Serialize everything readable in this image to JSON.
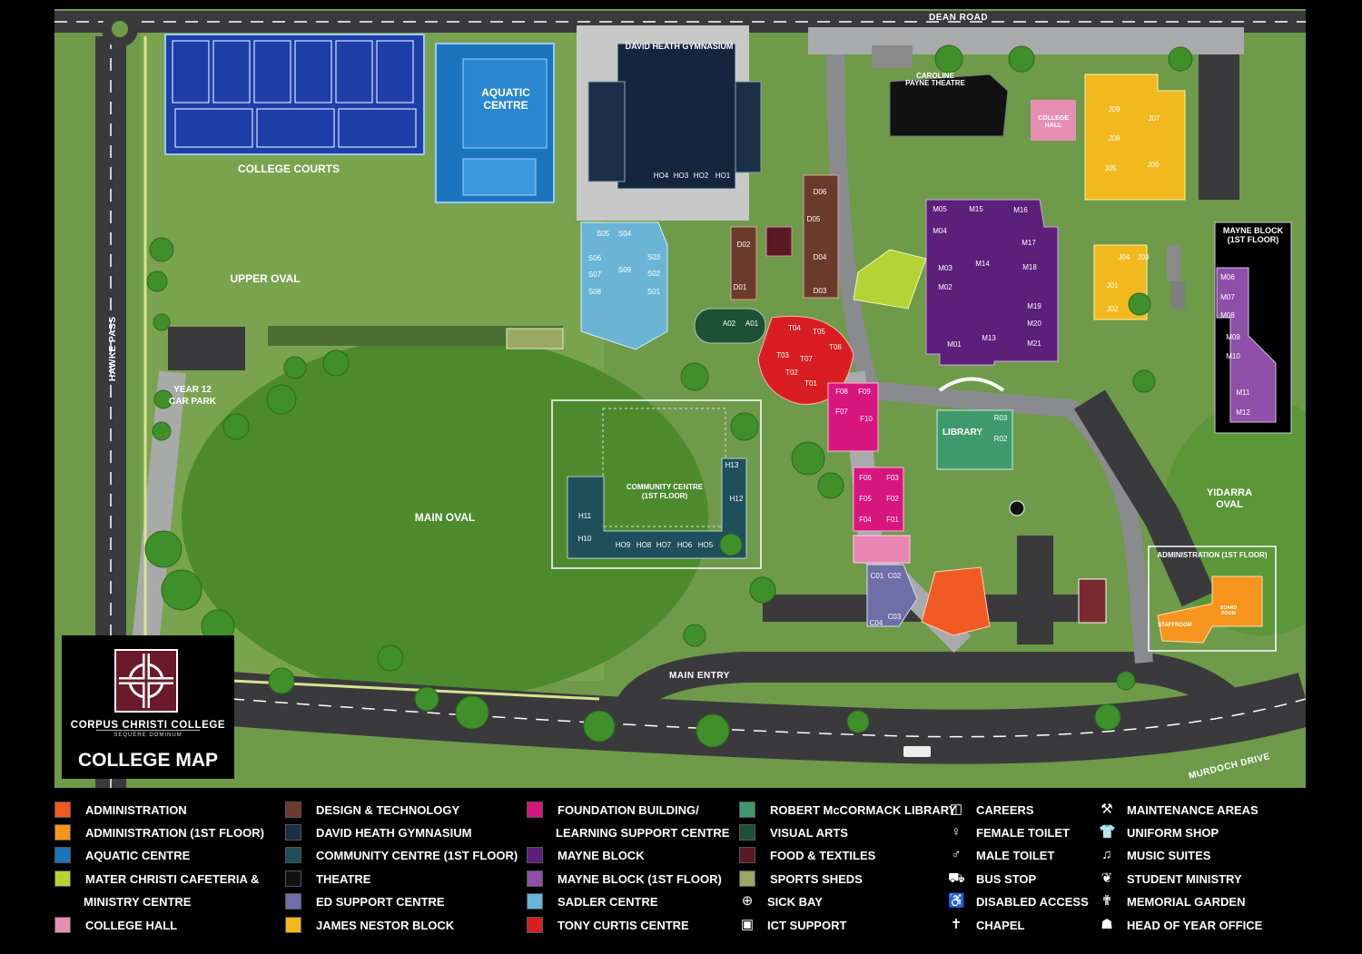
{
  "map": {
    "roads": {
      "dean": "DEAN ROAD",
      "hawke": "HAWKE PASS",
      "murdoch": "MURDOCH DRIVE",
      "main_entry": "MAIN ENTRY"
    },
    "areas": {
      "college_courts": "COLLEGE COURTS",
      "aquatic": [
        "AQUATIC",
        "CENTRE"
      ],
      "gymnasium": "DAVID HEATH GYMNASIUM",
      "theatre": [
        "CAROLINE",
        "PAYNE THEATRE"
      ],
      "college_hall": [
        "COLLEGE",
        "HALL"
      ],
      "upper_oval": "UPPER OVAL",
      "main_oval": "MAIN OVAL",
      "year12": [
        "YEAR 12",
        "CAR PARK"
      ],
      "community": [
        "COMMUNITY CENTRE",
        "(1ST FLOOR)"
      ],
      "library": "LIBRARY",
      "yidarra": [
        "YIDARRA",
        "OVAL"
      ],
      "mayne_upper": [
        "MAYNE BLOCK",
        "(1ST FLOOR)"
      ],
      "admin_upper": "ADMINISTRATION (1ST FLOOR)",
      "staffroom": "STAFFROOM",
      "boardroom": [
        "BOARD",
        "ROOM"
      ]
    },
    "rooms": {
      "gym": [
        "HO4",
        "HO3",
        "HO2",
        "HO1"
      ],
      "sadler": [
        "S05",
        "S04",
        "S06",
        "S03",
        "S07",
        "S09",
        "S02",
        "S08",
        "S01"
      ],
      "design": [
        "D02",
        "D01",
        "D06",
        "D05",
        "D04",
        "D03"
      ],
      "visual_arts": [
        "A02",
        "A01"
      ],
      "tony": [
        "T04",
        "T05",
        "T06",
        "T03",
        "T07",
        "T02",
        "T01"
      ],
      "mayne": [
        "M05",
        "M15",
        "M16",
        "M04",
        "M17",
        "M14",
        "M03",
        "M18",
        "M02",
        "M19",
        "M20",
        "M13",
        "M01",
        "M21"
      ],
      "james": [
        "J09",
        "J07",
        "J08",
        "J05",
        "J06",
        "J04",
        "J03",
        "J01",
        "J02"
      ],
      "mayne_upper": [
        "M06",
        "M07",
        "M08",
        "M09",
        "M10",
        "M11",
        "M12"
      ],
      "foundation": [
        "F08",
        "F09",
        "F07",
        "F10",
        "F06",
        "F03",
        "F05",
        "F02",
        "F04",
        "F01"
      ],
      "library": [
        "R03",
        "R02"
      ],
      "community": [
        "H13",
        "H12",
        "H11",
        "H10",
        "HO9",
        "HO8",
        "HO7",
        "HO6",
        "HO5"
      ],
      "ed_support": [
        "C01",
        "C02",
        "C04",
        "C03"
      ]
    }
  },
  "logo": {
    "name": "CORPUS CHRISTI COLLEGE",
    "motto": "SEQUERE DOMINUM",
    "title": "COLLEGE MAP"
  },
  "colors": {
    "administration": "#f15a22",
    "administration_upper": "#f7941d",
    "aquatic": "#1c75bc",
    "cafeteria": "#b5d334",
    "college_hall": "#e78fb3",
    "design": "#6b3a2a",
    "gymnasium": "#1b2f48",
    "community": "#1f4f5a",
    "theatre": "#111111",
    "ed_support": "#6e6fa8",
    "james": "#f2b91e",
    "foundation": "#d9157f",
    "mayne": "#5c1f7a",
    "mayne_upper": "#8e4fa8",
    "sadler": "#6ab4d6",
    "tony": "#d81e22",
    "library": "#3e9a6c",
    "visual_arts": "#1d5136",
    "food": "#5a1a24",
    "sports": "#9aa862"
  },
  "legend": {
    "col1": [
      {
        "label": "ADMINISTRATION",
        "color": "#f15a22"
      },
      {
        "label": "ADMINISTRATION (1ST FLOOR)",
        "color": "#f7941d"
      },
      {
        "label": "AQUATIC CENTRE",
        "color": "#1c75bc"
      },
      {
        "label": "MATER CHRISTI CAFETERIA &",
        "color": "#b5d334"
      },
      {
        "label": "MINISTRY CENTRE",
        "color": ""
      },
      {
        "label": "COLLEGE HALL",
        "color": "#e78fb3"
      }
    ],
    "col2": [
      {
        "label": "DESIGN & TECHNOLOGY",
        "color": "#6b3a2a"
      },
      {
        "label": "DAVID HEATH GYMNASIUM",
        "color": "#1b2f48"
      },
      {
        "label": "COMMUNITY CENTRE  (1ST FLOOR)",
        "color": "#1f4f5a"
      },
      {
        "label": "THEATRE",
        "color": "#111111"
      },
      {
        "label": "ED SUPPORT CENTRE",
        "color": "#6e6fa8"
      },
      {
        "label": "JAMES NESTOR BLOCK",
        "color": "#f2b91e"
      }
    ],
    "col3": [
      {
        "label": "FOUNDATION BUILDING/",
        "color": "#d9157f"
      },
      {
        "label": "LEARNING SUPPORT CENTRE",
        "color": ""
      },
      {
        "label": "MAYNE BLOCK",
        "color": "#5c1f7a"
      },
      {
        "label": "MAYNE BLOCK (1ST FLOOR)",
        "color": "#8e4fa8"
      },
      {
        "label": "SADLER CENTRE",
        "color": "#6ab4d6"
      },
      {
        "label": "TONY CURTIS CENTRE",
        "color": "#d81e22"
      }
    ],
    "col4": [
      {
        "label": "ROBERT McCORMACK LIBRARY",
        "color": "#3e9a6c"
      },
      {
        "label": "VISUAL ARTS",
        "color": "#1d5136"
      },
      {
        "label": "FOOD & TEXTILES",
        "color": "#5a1a24"
      },
      {
        "label": "SPORTS SHEDS",
        "color": "#9aa862"
      },
      {
        "label": "SICK BAY",
        "icon": "sick-bay-icon",
        "glyph": "⊕"
      },
      {
        "label": "ICT SUPPORT",
        "icon": "ict-support-icon",
        "glyph": "▣"
      }
    ],
    "col5": [
      {
        "label": "CAREERS",
        "icon": "careers-icon",
        "glyph": "◫"
      },
      {
        "label": "FEMALE TOILET",
        "icon": "female-toilet-icon",
        "glyph": "♀"
      },
      {
        "label": "MALE TOILET",
        "icon": "male-toilet-icon",
        "glyph": "♂"
      },
      {
        "label": "BUS STOP",
        "icon": "bus-stop-icon",
        "glyph": "⛟"
      },
      {
        "label": "DISABLED ACCESS",
        "icon": "disabled-access-icon",
        "glyph": "♿"
      },
      {
        "label": "CHAPEL",
        "icon": "chapel-icon",
        "glyph": "✝"
      }
    ],
    "col6": [
      {
        "label": "MAINTENANCE AREAS",
        "icon": "maintenance-icon",
        "glyph": "⚒"
      },
      {
        "label": "UNIFORM SHOP",
        "icon": "uniform-shop-icon",
        "glyph": "👕"
      },
      {
        "label": "MUSIC SUITES",
        "icon": "music-suites-icon",
        "glyph": "♫"
      },
      {
        "label": "STUDENT MINISTRY",
        "icon": "student-ministry-icon",
        "glyph": "❦"
      },
      {
        "label": "MEMORIAL GARDEN",
        "icon": "memorial-garden-icon",
        "glyph": "✟"
      },
      {
        "label": "HEAD OF YEAR OFFICE",
        "icon": "head-of-year-icon",
        "glyph": "☗"
      }
    ]
  }
}
